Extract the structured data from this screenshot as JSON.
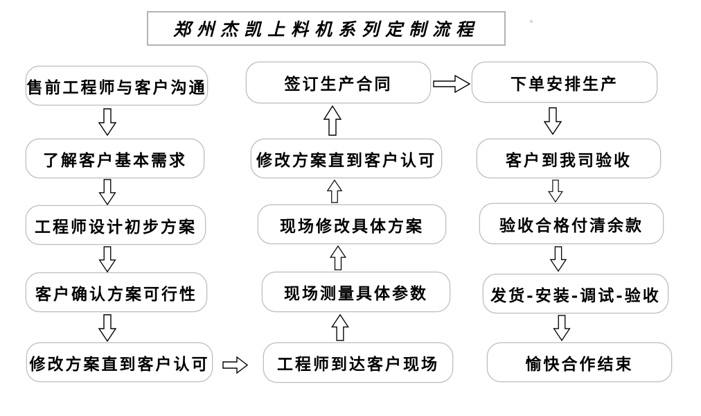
{
  "title": "郑州杰凯上料机系列定制流程",
  "diagram_type": "flowchart",
  "colors": {
    "background": "#ffffff",
    "node_border": "#bdbdbd",
    "title_border": "#b3b3b3",
    "arrow_stroke": "#000000",
    "arrow_fill": "#ffffff",
    "text": "#000000"
  },
  "columns": {
    "left": {
      "flow_direction": "down",
      "boxes": [
        {
          "label": "售前工程师与客户沟通"
        },
        {
          "label": "了解客户基本需求"
        },
        {
          "label": "工程师设计初步方案"
        },
        {
          "label": "客户确认方案可行性"
        },
        {
          "label": "修改方案直到客户认可"
        }
      ]
    },
    "middle": {
      "flow_direction": "up",
      "boxes": [
        {
          "label": "签订生产合同"
        },
        {
          "label": "修改方案直到客户认可"
        },
        {
          "label": "现场修改具体方案"
        },
        {
          "label": "现场测量具体参数"
        },
        {
          "label": "工程师到达客户现场"
        }
      ]
    },
    "right": {
      "flow_direction": "down",
      "boxes": [
        {
          "label": "下单安排生产"
        },
        {
          "label": "客户到我司验收"
        },
        {
          "label": "验收合格付清余款"
        },
        {
          "label": "发货-安装-调试-验收"
        },
        {
          "label": "愉快合作结束"
        }
      ]
    }
  },
  "connectors": {
    "left_to_middle": "修改方案直到客户认可 → 工程师到达客户现场",
    "middle_to_right": "签订生产合同 → 下单安排生产"
  }
}
